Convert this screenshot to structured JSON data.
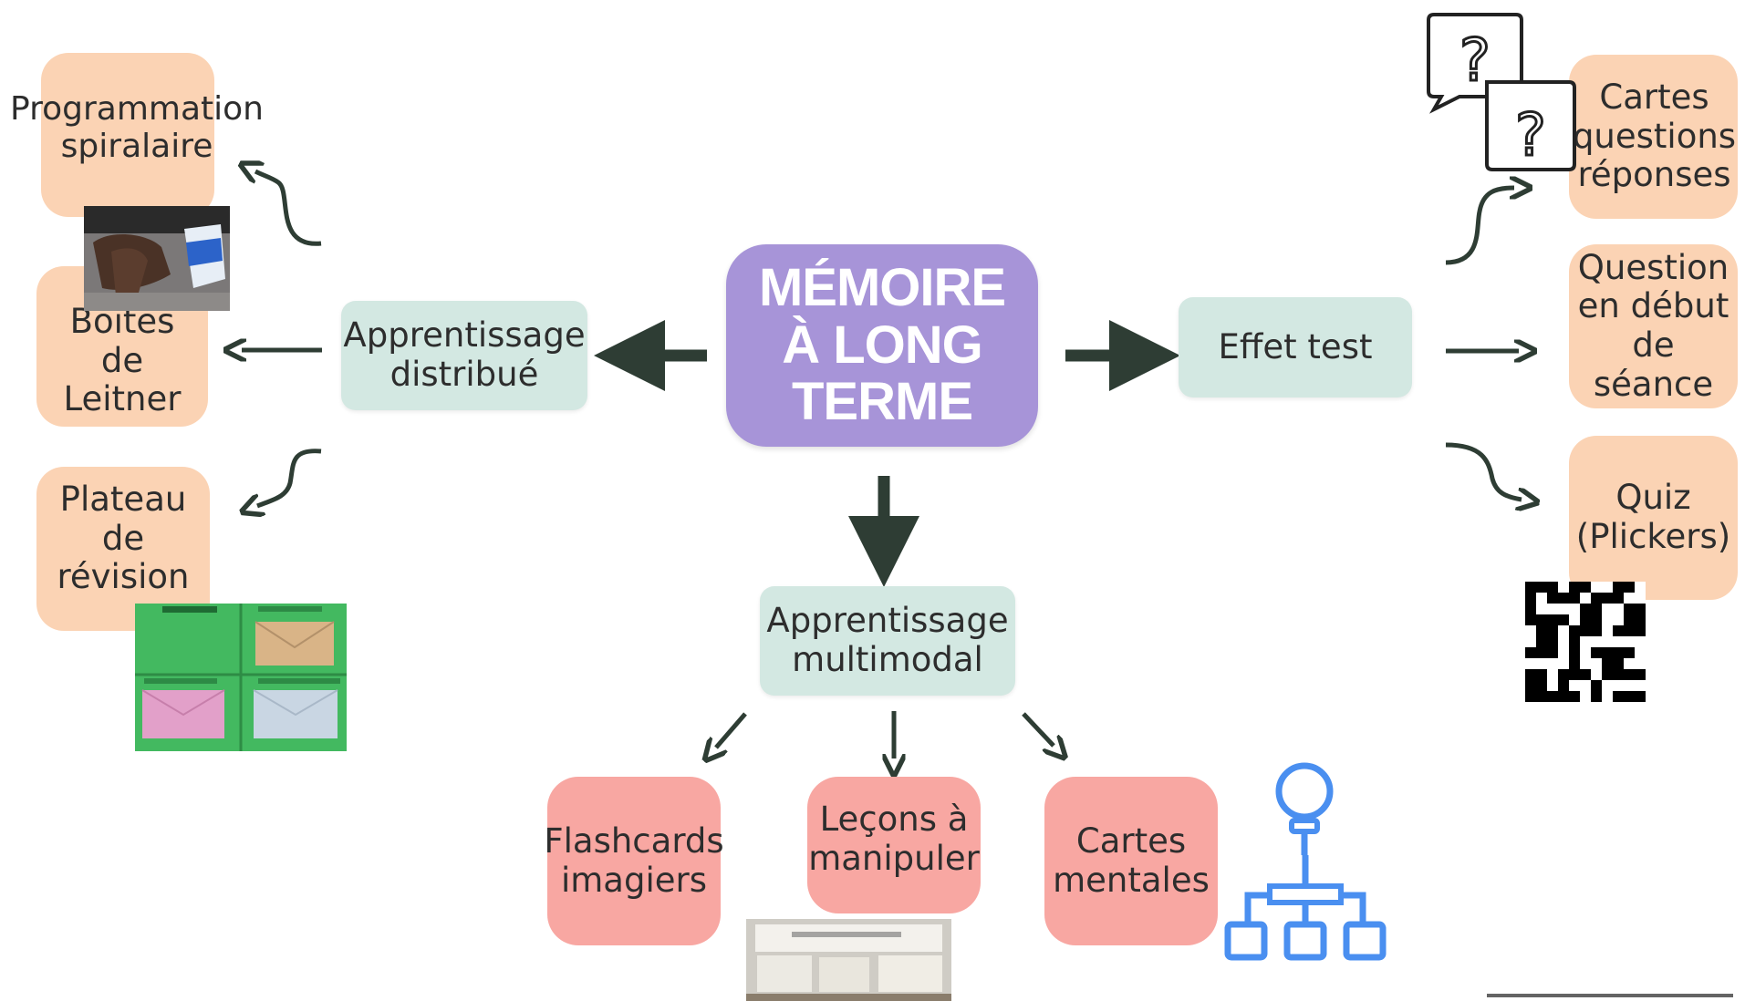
{
  "center": {
    "title": "MÉMOIRE À LONG TERME",
    "color": "#a794d8"
  },
  "branches": {
    "distribue": {
      "label": "Apprentissage distribué",
      "items": [
        "Programmation spiralaire",
        "Boites de Leitner",
        "Plateau de révision"
      ]
    },
    "effet_test": {
      "label": "Effet test",
      "items": [
        "Cartes questions réponses",
        "Question en début de séance",
        "Quiz (Plickers)"
      ]
    },
    "multimodal": {
      "label": "Apprentissage multimodal",
      "items": [
        "Flashcards imagiers",
        "Leçons à manipuler",
        "Cartes mentales"
      ]
    }
  },
  "colors": {
    "teal": "#d3e8e2",
    "peach": "#fbd3b4",
    "pink": "#f8a7a2",
    "arrow": "#2e3d34",
    "icon_blue": "#4a8ff0"
  },
  "icons": [
    "question-bubble-icon",
    "lightbulb-icon",
    "hierarchy-icon",
    "qr-code-icon"
  ]
}
